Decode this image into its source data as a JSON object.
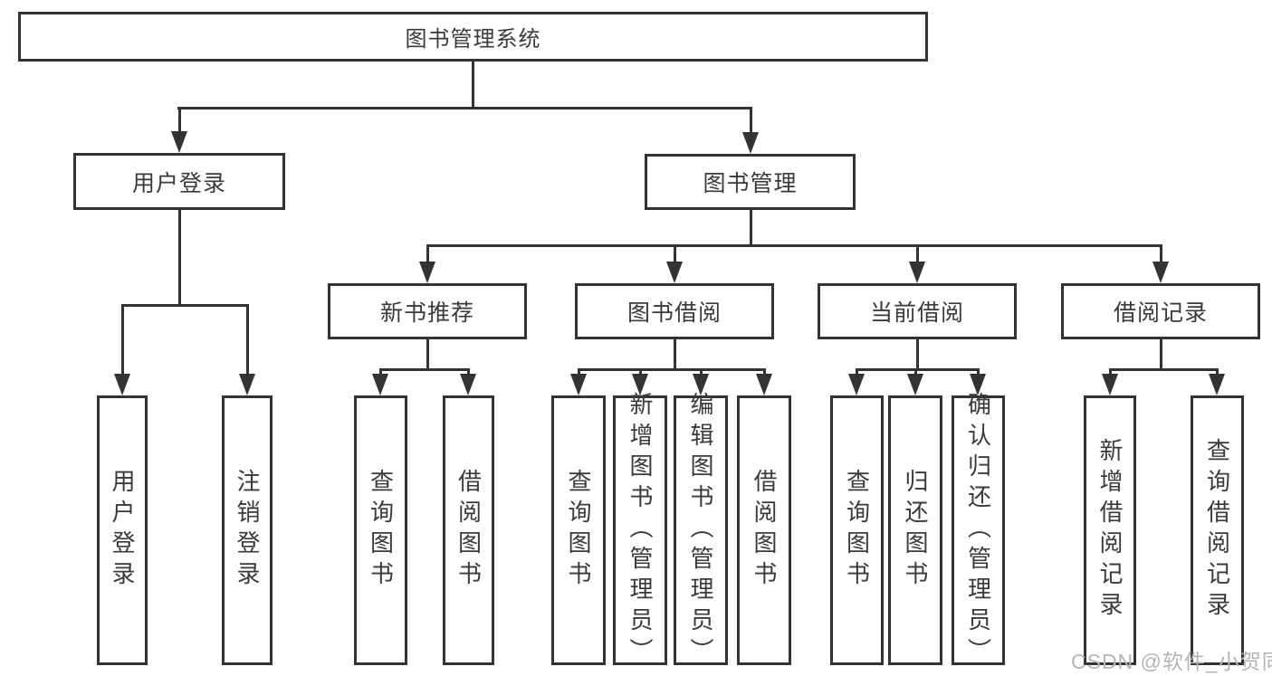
{
  "diagram": {
    "title": "图书管理系统",
    "level2": {
      "userLogin": "用户登录",
      "bookMgmt": "图书管理"
    },
    "level3": {
      "newBookRec": "新书推荐",
      "bookBorrow": "图书借阅",
      "currentBorrow": "当前借阅",
      "borrowRecord": "借阅记录"
    },
    "leaves": {
      "userLogin": "用户登录",
      "logout": "注销登录",
      "nbQueryBook": "查询图书",
      "nbBorrowBook": "借阅图书",
      "bbQueryBook": "查询图书",
      "bbAddBook": "新增图书（管理员）",
      "bbEditBook": "编辑图书（管理员）",
      "bbBorrowBook": "借阅图书",
      "cbQueryBook": "查询图书",
      "cbReturnBook": "归还图书",
      "cbConfirmReturn": "确认归还（管理员）",
      "brAddRecord": "新增借阅记录",
      "brQueryRecord": "查询借阅记录"
    }
  },
  "watermark": {
    "text": "CSDN @软件_小贺同学"
  },
  "colors": {
    "line": "#333333",
    "text": "#3a3a3a",
    "watermark": "#b5b5b5",
    "background": "#ffffff"
  }
}
